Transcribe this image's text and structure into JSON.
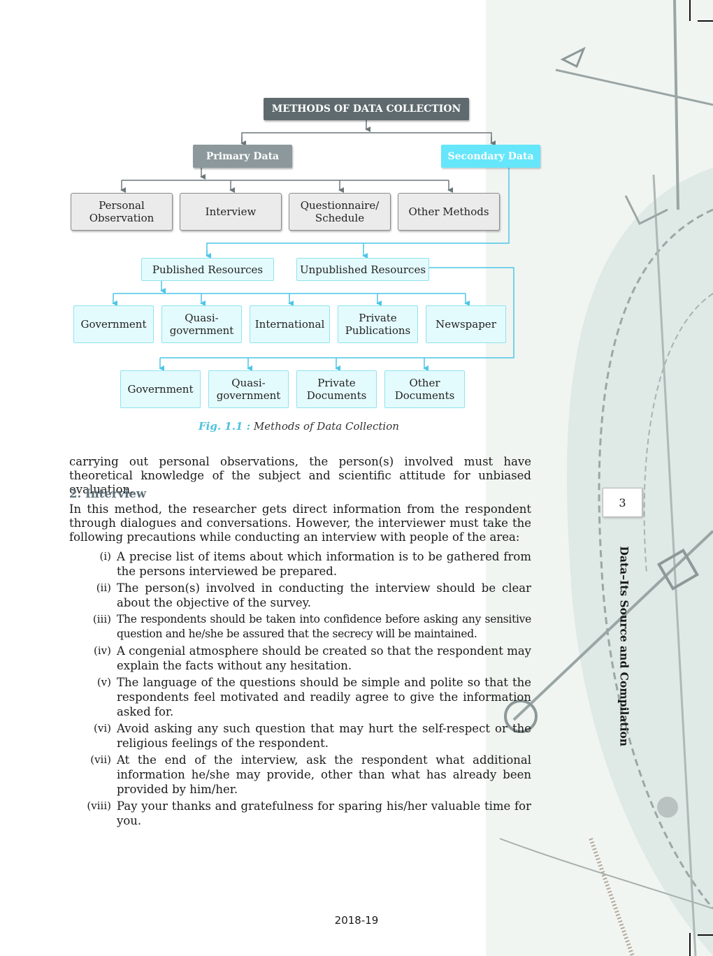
{
  "diagram": {
    "root": "METHODS OF DATA COLLECTION",
    "primary": "Primary Data",
    "secondary": "Secondary Data",
    "primary_methods": [
      "Personal Observation",
      "Interview",
      "Questionnaire/ Schedule",
      "Other Methods"
    ],
    "published": "Published Resources",
    "unpublished": "Unpublished Resources",
    "published_items": [
      "Government",
      "Quasi-\ngovernment",
      "International",
      "Private\nPublications",
      "Newspaper"
    ],
    "unpublished_items": [
      "Government",
      "Quasi-\ngovernment",
      "Private\nDocuments",
      "Other\nDocuments"
    ]
  },
  "caption": {
    "label": "Fig. 1.1 :",
    "text": "Methods of Data Collection"
  },
  "body": {
    "intro": "carrying out personal observations, the person(s) involved must have theoretical knowledge of the subject and scientific attitude for unbiased evaluation.",
    "heading": "2.  Interview",
    "paragraph": "In this method, the researcher gets direct information from the respondent through dialogues and conversations. However, the interviewer must take the following precautions while conducting an interview with people of the area:",
    "items": [
      {
        "num": "(i)",
        "text": "A precise list of items about which information is to be gathered from the persons interviewed be prepared."
      },
      {
        "num": "(ii)",
        "text": "The person(s) involved in conducting the interview should be clear about the objective of the survey."
      },
      {
        "num": "(iii)",
        "text": "The respondents should be taken into confidence before asking any sensitive question and he/she be assured that the secrecy will be maintained."
      },
      {
        "num": "(iv)",
        "text": "A congenial atmosphere should be created so that the respondent may explain the facts without any hesitation."
      },
      {
        "num": "(v)",
        "text": "The language of the questions should be simple and polite so that the respondents feel motivated and readily agree to give the information asked for."
      },
      {
        "num": "(vi)",
        "text": "Avoid asking any such question that may hurt the self-respect or the religious feelings of the respondent."
      },
      {
        "num": "(vii)",
        "text": "At the end of the interview, ask the respondent what additional information he/she may provide, other than what has already been provided by him/her."
      },
      {
        "num": "(viii)",
        "text": "Pay your thanks and gratefulness for sparing his/her valuable time for you."
      }
    ]
  },
  "page_number": "3",
  "running_head": "Data–Its Source and Compilation",
  "footer": "2018-19"
}
